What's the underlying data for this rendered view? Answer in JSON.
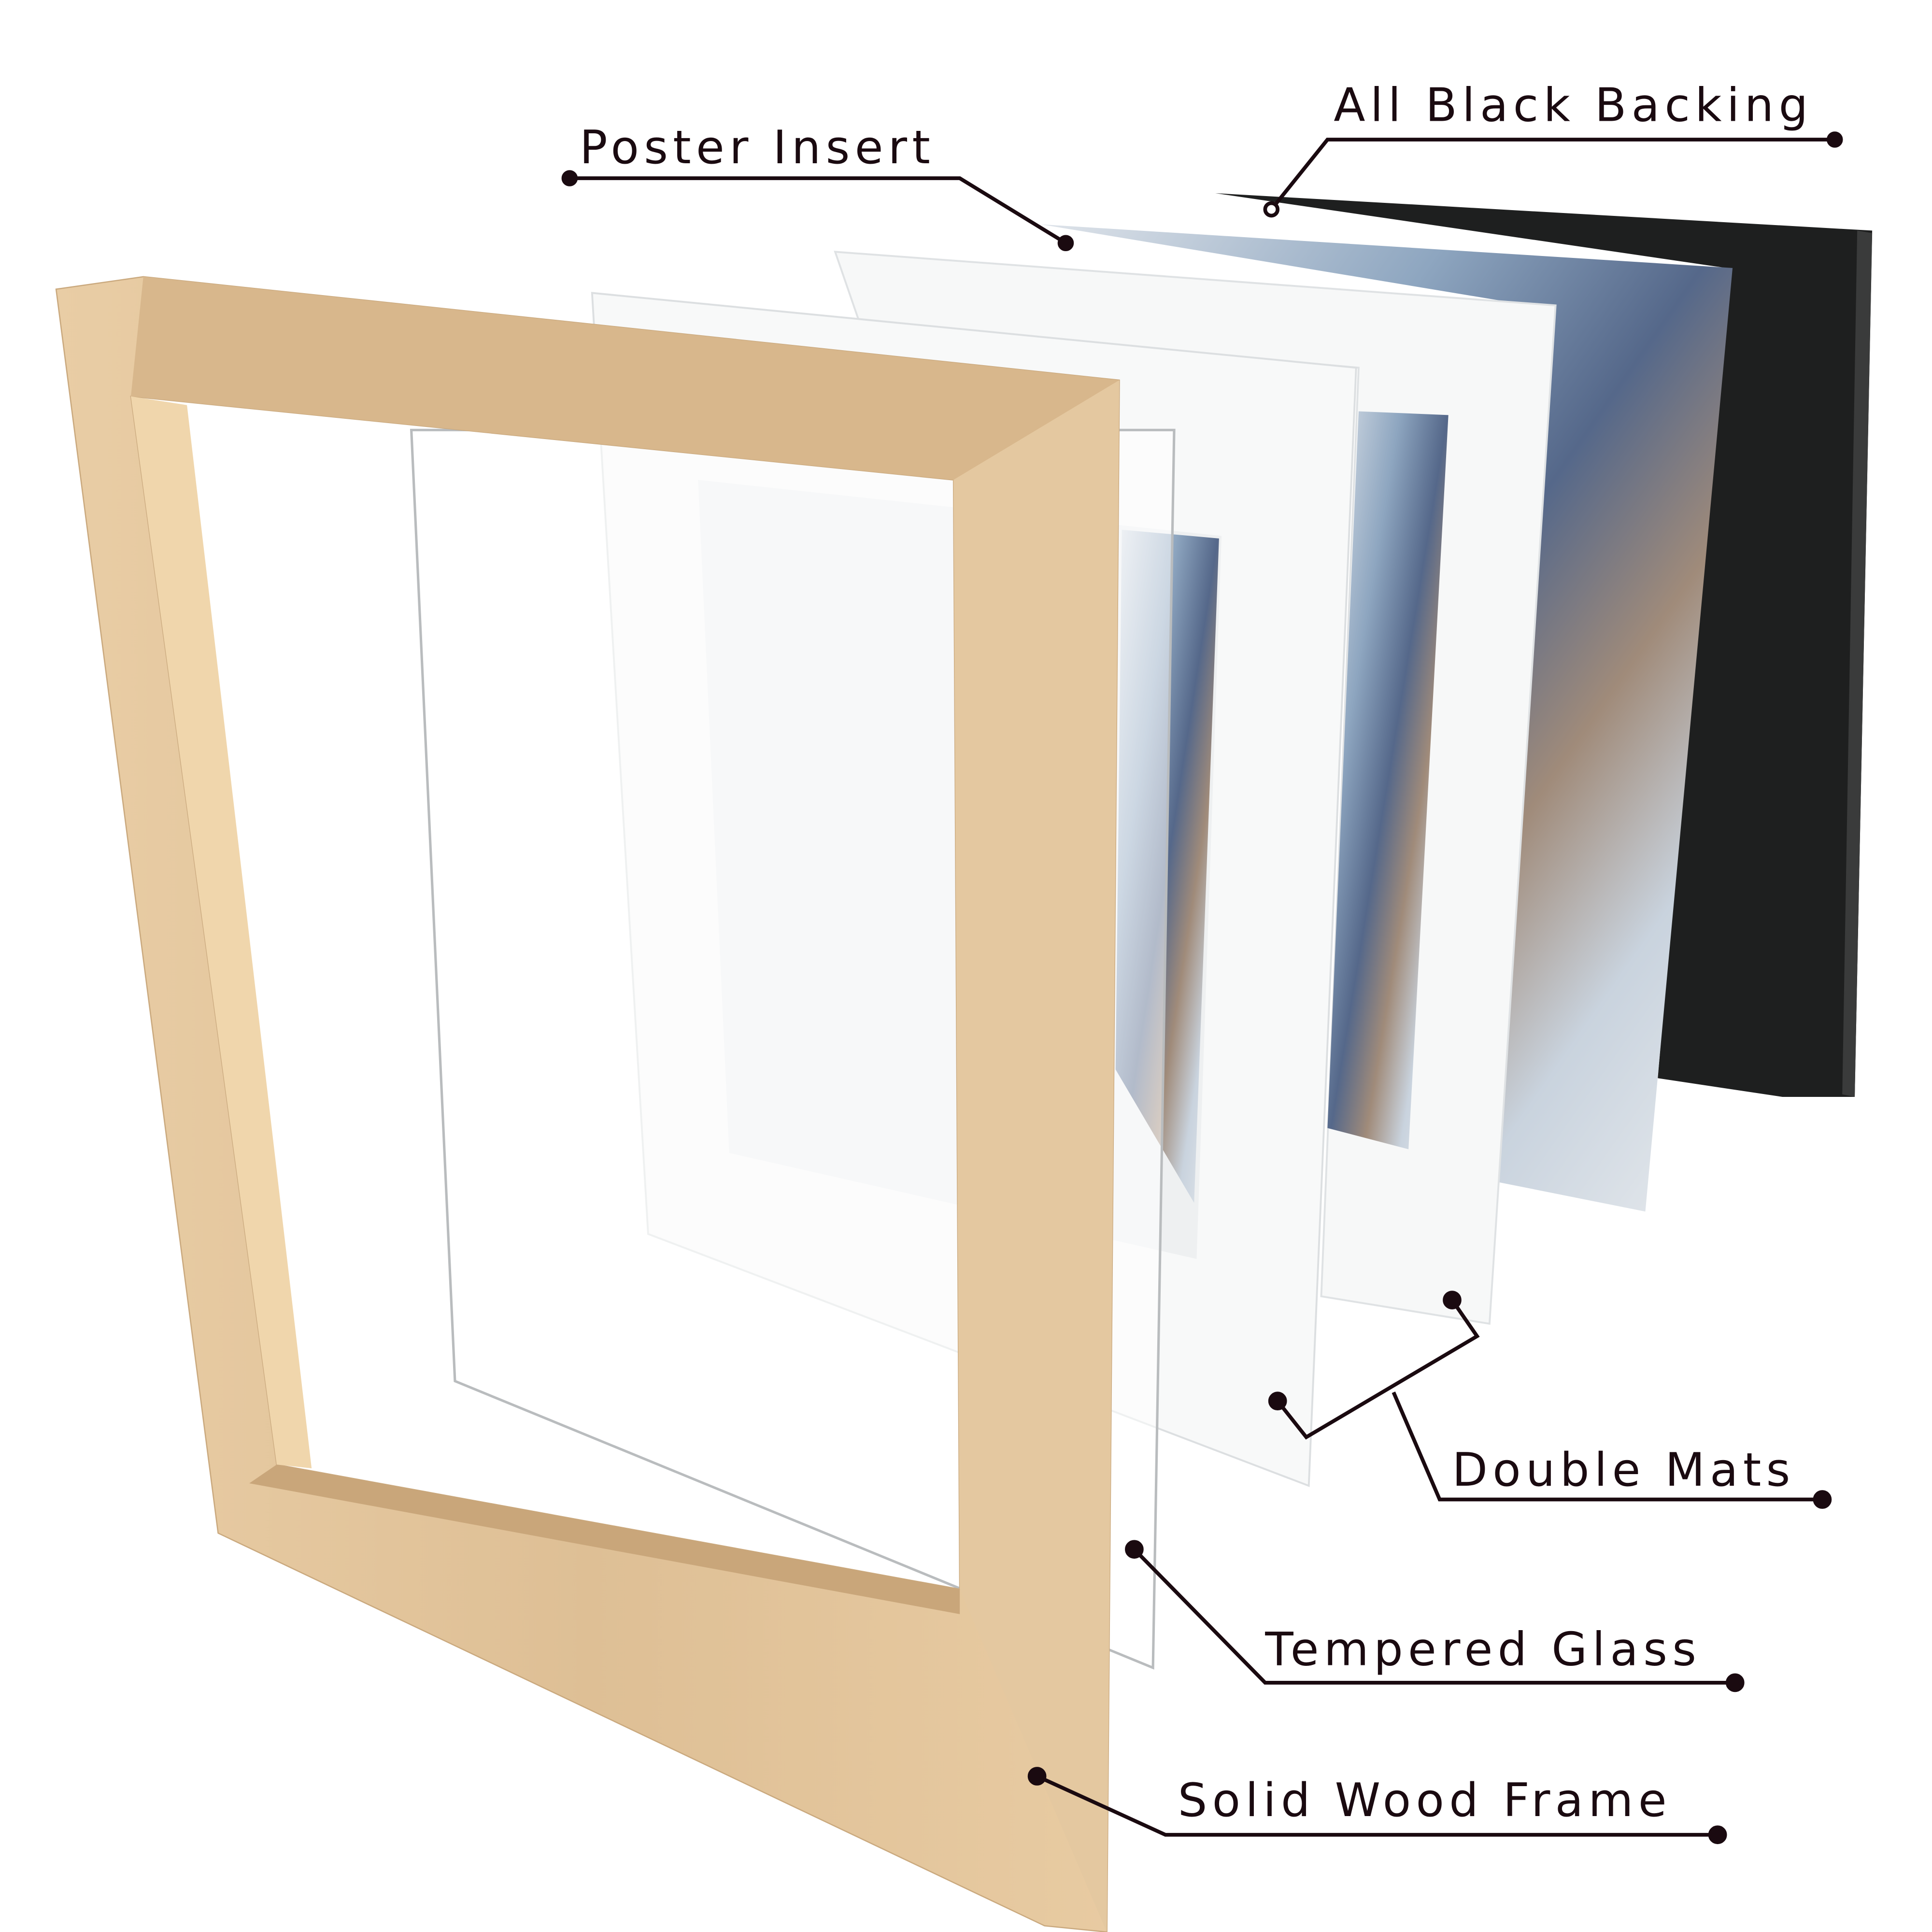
{
  "labels": {
    "all_black_backing": "All Black Backing",
    "poster_insert": "Poster Insert",
    "double_mats": "Double Mats",
    "tempered_glass": "Tempered Glass",
    "solid_wood_frame": "Solid Wood Frame"
  },
  "colors": {
    "wood": "#e3c49b",
    "backing": "#1e1f1f",
    "mat": "#f7f8f8",
    "callout": "#1a0a10"
  }
}
